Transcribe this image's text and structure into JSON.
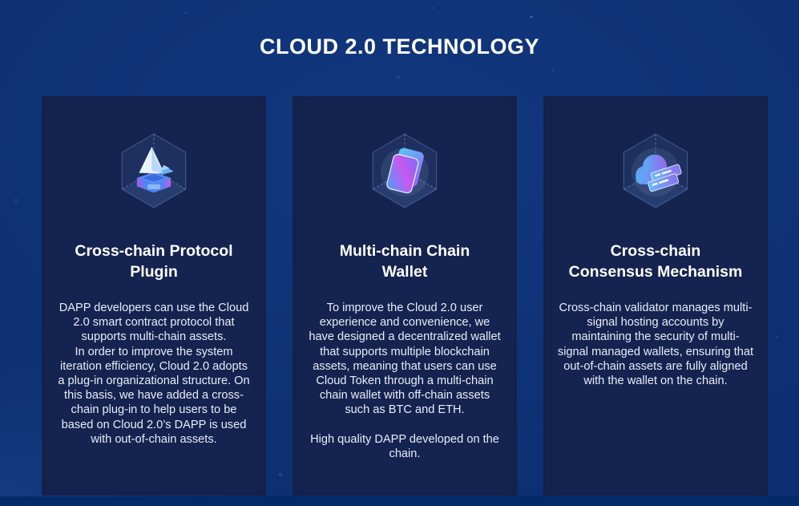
{
  "page": {
    "title": "CLOUD 2.0 TECHNOLOGY",
    "colors": {
      "background": "#0c2f71",
      "card_background": "#152350",
      "footer_bar": "#032a69",
      "title_text": "#ffffff",
      "body_text": "#e9edf7",
      "icon_blue": "#4a90f5",
      "icon_purple": "#b05ce8"
    }
  },
  "cards": [
    {
      "icon": "iceberg-icon",
      "title": "Cross-chain Protocol\nPlugin",
      "body": "DAPP developers can use the Cloud 2.0 smart contract protocol that supports multi-chain assets.\nIn order to improve the system iteration efficiency, Cloud 2.0 adopts a plug-in organizational structure. On this basis, we have added a cross-chain plug-in to help users to be based on Cloud 2.0’s DAPP is used with out-of-chain assets."
    },
    {
      "icon": "wallet-icon",
      "title": "Multi-chain Chain\nWallet",
      "body": "To improve the Cloud 2.0 user experience and convenience, we have designed a decentralized wallet that supports multiple blockchain assets, meaning that users can use Cloud Token through a multi-chain chain wallet with off-chain assets such as BTC and ETH.\n\nHigh quality DAPP developed on the chain."
    },
    {
      "icon": "cloud-icon",
      "title": "Cross-chain\nConsensus Mechanism",
      "body": "Cross-chain validator manages multi-signal hosting accounts by maintaining the security of multi-signal managed wallets, ensuring that out-of-chain assets are fully aligned with the wallet on the chain."
    }
  ]
}
